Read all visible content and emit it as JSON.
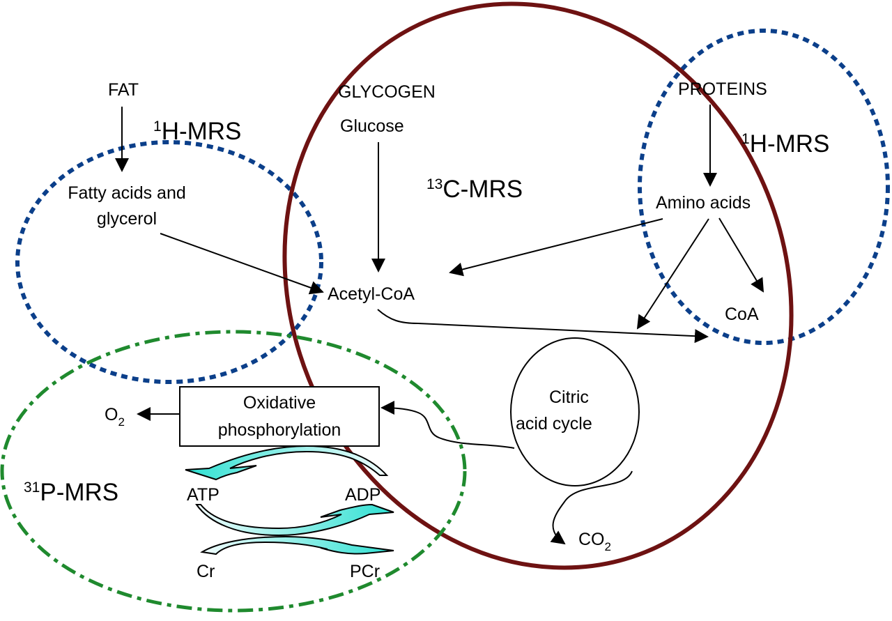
{
  "title": "Metabolic pathways and MRS techniques",
  "colors": {
    "h_mrs": "#0b3f8a",
    "c_mrs": "#7a1414",
    "p_mrs": "#1f8a2e",
    "arrow": "#000000",
    "cycle_fill": "#3de8d8"
  },
  "regions": {
    "h_mrs_left": {
      "iso": "1",
      "label": "H-MRS"
    },
    "h_mrs_right": {
      "iso": "1",
      "label": "H-MRS"
    },
    "c_mrs": {
      "iso": "13",
      "label": "C-MRS"
    },
    "p_mrs": {
      "iso": "31",
      "label": "P-MRS"
    }
  },
  "nodes": {
    "fat": "FAT",
    "fatty_acids_1": "Fatty acids and",
    "fatty_acids_2": "glycerol",
    "glycogen": "GLYCOGEN",
    "glucose": "Glucose",
    "proteins": "PROTEINS",
    "amino_acids": "Amino acids",
    "acetyl_coa": "Acetyl-CoA",
    "coa": "CoA",
    "citric_1": "Citric",
    "citric_2": "acid cycle",
    "oxphos_1": "Oxidative",
    "oxphos_2": "phosphorylation",
    "o2_main": "O",
    "o2_sub": "2",
    "co2_main": "CO",
    "co2_sub": "2",
    "atp": "ATP",
    "adp": "ADP",
    "cr": "Cr",
    "pcr": "PCr"
  }
}
